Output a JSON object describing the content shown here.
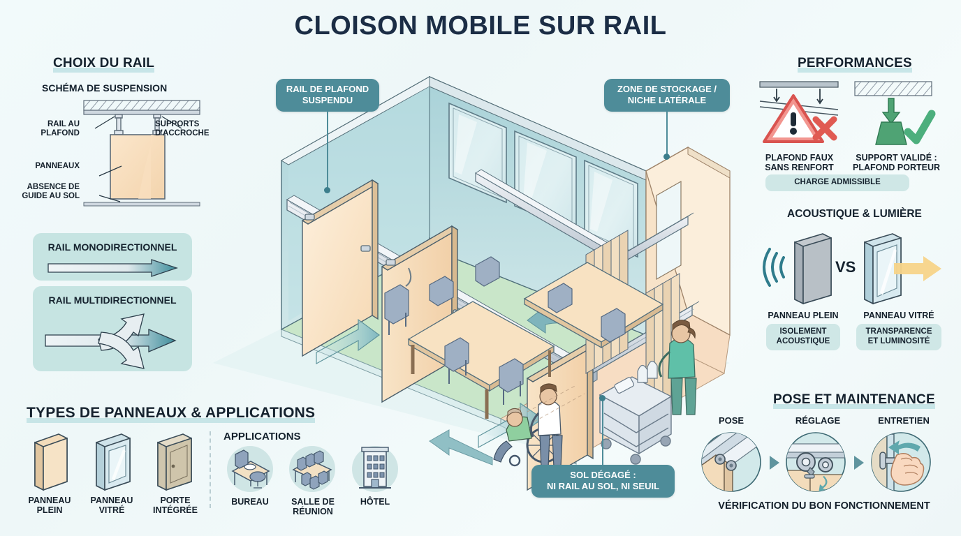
{
  "title": "CLOISON MOBILE SUR RAIL",
  "sections": {
    "choix_du_rail": {
      "heading": "CHOIX DU RAIL",
      "subheading": "SCHÉMA DE SUSPENSION",
      "labels": {
        "rail_au_plafond": "RAIL AU\nPLAFOND",
        "supports_accroche": "SUPPORTS\nD'ACCROCHE",
        "panneaux": "PANNEAUX",
        "absence_guide": "ABSENCE DE\nGUIDE AU SOL"
      },
      "rail_mono": "RAIL MONODIRECTIONNEL",
      "rail_multi": "RAIL MULTIDIRECTIONNEL"
    },
    "types_panneaux": {
      "heading": "TYPES DE PANNEAUX & APPLICATIONS",
      "panels": [
        {
          "label": "PANNEAU\nPLEIN",
          "icon": "solid-panel-icon"
        },
        {
          "label": "PANNEAU\nVITRÉ",
          "icon": "glass-panel-icon"
        },
        {
          "label": "PORTE\nINTÉGRÉE",
          "icon": "integrated-door-icon"
        }
      ],
      "applications_title": "APPLICATIONS",
      "applications": [
        {
          "label": "BUREAU",
          "icon": "desk-icon"
        },
        {
          "label": "SALLE DE\nRÉUNION",
          "icon": "meeting-table-icon"
        },
        {
          "label": "HÔTEL",
          "icon": "hotel-building-icon"
        }
      ]
    },
    "performances": {
      "heading": "PERFORMANCES",
      "bad": {
        "label": "PLAFOND FAUX\nSANS RENFORT",
        "icon": "warning-triangle-icon"
      },
      "good": {
        "label": "SUPPORT VALIDÉ :\nPLAFOND PORTEUR",
        "icon": "check-mark-icon"
      },
      "chip": "CHARGE ADMISSIBLE"
    },
    "acoustique": {
      "heading": "ACOUSTIQUE & LUMIÈRE",
      "vs": "VS",
      "left": {
        "label": "PANNEAU PLEIN",
        "chip": "ISOLEMENT\nACOUSTIQUE",
        "icon": "sound-waves-icon"
      },
      "right": {
        "label": "PANNEAU VITRÉ",
        "chip": "TRANSPARENCE\nET LUMINOSITÉ",
        "icon": "light-arrow-icon"
      }
    },
    "pose_maintenance": {
      "heading": "POSE ET MAINTENANCE",
      "steps": [
        {
          "label": "POSE",
          "icon": "rail-carriage-icon"
        },
        {
          "label": "RÉGLAGE",
          "icon": "wheel-adjust-icon"
        },
        {
          "label": "ENTRETIEN",
          "icon": "hand-handle-icon"
        }
      ],
      "footer": "VÉRIFICATION DU BON FONCTIONNEMENT"
    }
  },
  "callouts": {
    "rail_plafond": "RAIL DE PLAFOND\nSUSPENDU",
    "zone_stockage": "ZONE DE STOCKAGE /\nNICHE LATÉRALE",
    "sol_degage": "SOL DÉGAGÉ :\nNI RAIL AU SOL, NI SEUIL"
  },
  "colors": {
    "background": "#eef7f8",
    "title": "#1b2d45",
    "heading_underline": "#bfe2e4",
    "callout_bg": "#4e8c99",
    "chip_bg": "#cfe7e6",
    "railbox_bg": "#c6e4e2",
    "panel_wood": "#f5ddbd",
    "panel_wood_light": "#fbeed8",
    "glass_blue": "#cfe3ea",
    "metal": "#ced8e0",
    "floor_green": "#c9e6c9",
    "floor_beige": "#f7ddc3",
    "warning_red": "#e8726c",
    "ok_green": "#5bb87f",
    "light_yellow": "#f8d79a",
    "ink": "#15222e"
  }
}
